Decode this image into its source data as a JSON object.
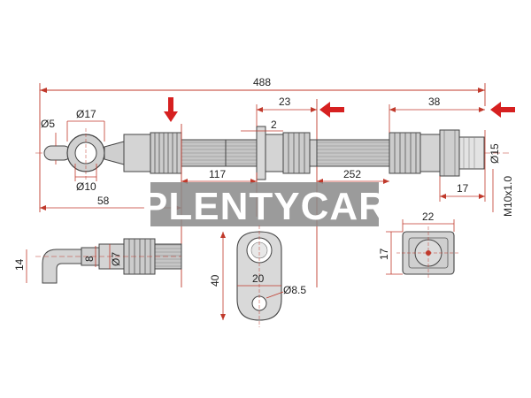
{
  "watermark": "PLENTYCAR",
  "colors": {
    "dim_line": "#c0392b",
    "outline": "#444444",
    "fill_gray": "#bdbdbd",
    "fill_light": "#d9d9d9",
    "arrow": "#d62020",
    "watermark_bg": "#8a8a8a"
  },
  "dimensions": {
    "overall_length": "488",
    "d5": "Ø5",
    "d17": "Ø17",
    "d10": "Ø10",
    "l58": "58",
    "l117": "117",
    "l23": "23",
    "l2": "2",
    "l252": "252",
    "l38": "38",
    "d15": "Ø15",
    "l17_right": "17",
    "thread": "M10x1.0",
    "h14": "14",
    "h8": "8",
    "d7": "Ø7",
    "h40": "40",
    "w20": "20",
    "d8_5": "Ø8.5",
    "w22": "22",
    "h17": "17"
  },
  "icons": [
    "arrow-down-icon",
    "arrow-left-icon"
  ]
}
